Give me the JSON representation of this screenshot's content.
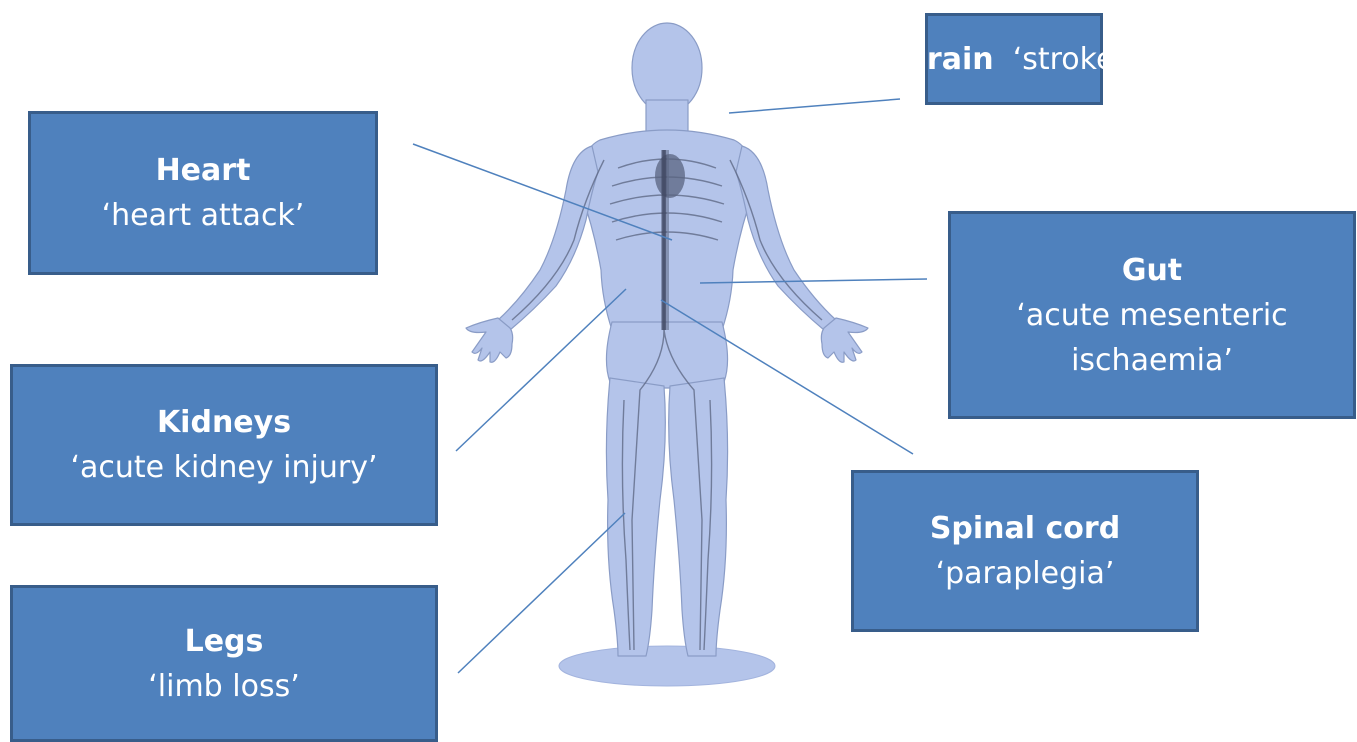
{
  "diagram": {
    "colors": {
      "box_fill": "#4f81bd",
      "box_border": "#385d8a",
      "box_text": "#ffffff",
      "leader_line": "#4f81bd",
      "body_fill": "#b4c4ea",
      "body_edge": "#8a9cc6",
      "vessels": "#5a6480"
    },
    "labels": {
      "brain": {
        "organ": "Brain",
        "condition": "‘stroke’"
      },
      "heart": {
        "organ": "Heart",
        "condition": "‘heart attack’"
      },
      "gut": {
        "organ": "Gut",
        "condition_line1": "‘acute mesenteric",
        "condition_line2": "ischaemia’"
      },
      "kidneys": {
        "organ": "Kidneys",
        "condition": "‘acute kidney injury’"
      },
      "spinal_cord": {
        "organ": "Spinal cord",
        "condition": "‘paraplegia’"
      },
      "legs": {
        "organ": "Legs",
        "condition": "‘limb loss’"
      }
    },
    "figure_icon": "human-body-circulatory-icon"
  }
}
